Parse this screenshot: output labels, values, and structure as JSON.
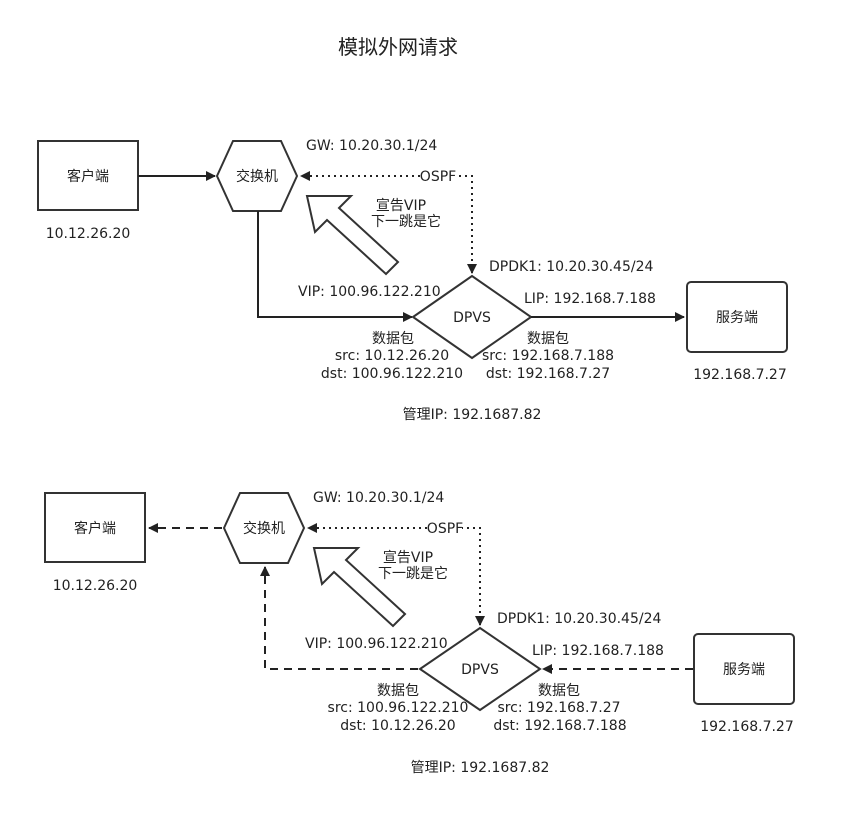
{
  "title": "模拟外网请求",
  "panels": [
    {
      "client": {
        "label": "客户端",
        "ip": "10.12.26.20"
      },
      "switch": {
        "label": "交换机",
        "gw": "GW: 10.20.30.1/24"
      },
      "ospf": "OSPF",
      "announce": {
        "line1": "宣告VIP",
        "line2": "下一跳是它"
      },
      "dpvs": {
        "label": "DPVS",
        "vip": "VIP: 100.96.122.210",
        "dpdk": "DPDK1: 10.20.30.45/24",
        "lip": "LIP: 192.168.7.188"
      },
      "server": {
        "label": "服务端",
        "ip": "192.168.7.27"
      },
      "packet_left": {
        "title": "数据包",
        "src": "src: 10.12.26.20",
        "dst": "dst: 100.96.122.210"
      },
      "packet_right": {
        "title": "数据包",
        "src": "src: 192.168.7.188",
        "dst": "dst: 192.168.7.27"
      },
      "mgmt": "管理IP: 192.1687.82"
    },
    {
      "client": {
        "label": "客户端",
        "ip": "10.12.26.20"
      },
      "switch": {
        "label": "交换机",
        "gw": "GW: 10.20.30.1/24"
      },
      "ospf": "OSPF",
      "announce": {
        "line1": "宣告VIP",
        "line2": "下一跳是它"
      },
      "dpvs": {
        "label": "DPVS",
        "vip": "VIP: 100.96.122.210",
        "dpdk": "DPDK1: 10.20.30.45/24",
        "lip": "LIP: 192.168.7.188"
      },
      "server": {
        "label": "服务端",
        "ip": "192.168.7.27"
      },
      "packet_left": {
        "title": "数据包",
        "src": "src: 100.96.122.210",
        "dst": "dst: 10.12.26.20"
      },
      "packet_right": {
        "title": "数据包",
        "src": "src: 192.168.7.27",
        "dst": "dst: 192.168.7.188"
      },
      "mgmt": "管理IP: 192.1687.82"
    }
  ]
}
